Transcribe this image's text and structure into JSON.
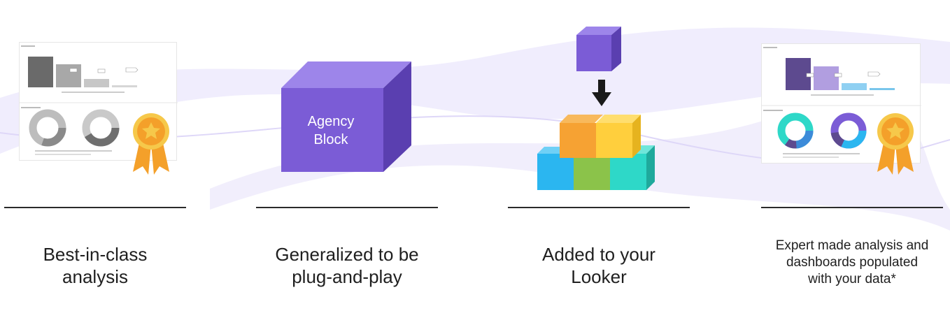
{
  "steps": [
    {
      "caption_lines": [
        "Best-in-class",
        "analysis"
      ]
    },
    {
      "caption_lines": [
        "Generalized to be",
        "plug-and-play"
      ],
      "cube_label_lines": [
        "Agency",
        "Block"
      ]
    },
    {
      "caption_lines": [
        "Added to your",
        "Looker"
      ]
    },
    {
      "caption_lines": [
        "Expert made analysis and",
        "dashboards populated",
        "with your data*"
      ]
    }
  ],
  "icons": [
    "dashboard-thumbnail-icon",
    "award-medal-icon",
    "cube-icon",
    "down-arrow-icon",
    "stacked-blocks-icon"
  ],
  "colors": {
    "purple": "#7b5cd6",
    "purple_light": "#9d85ea",
    "purple_dark": "#5a3fb0",
    "orange": "#f6a233",
    "yellow": "#ffcf3d",
    "cyan": "#2bb6f0",
    "green": "#8bc34a",
    "teal": "#2ed8c8",
    "wave": "#e9e5fb"
  }
}
